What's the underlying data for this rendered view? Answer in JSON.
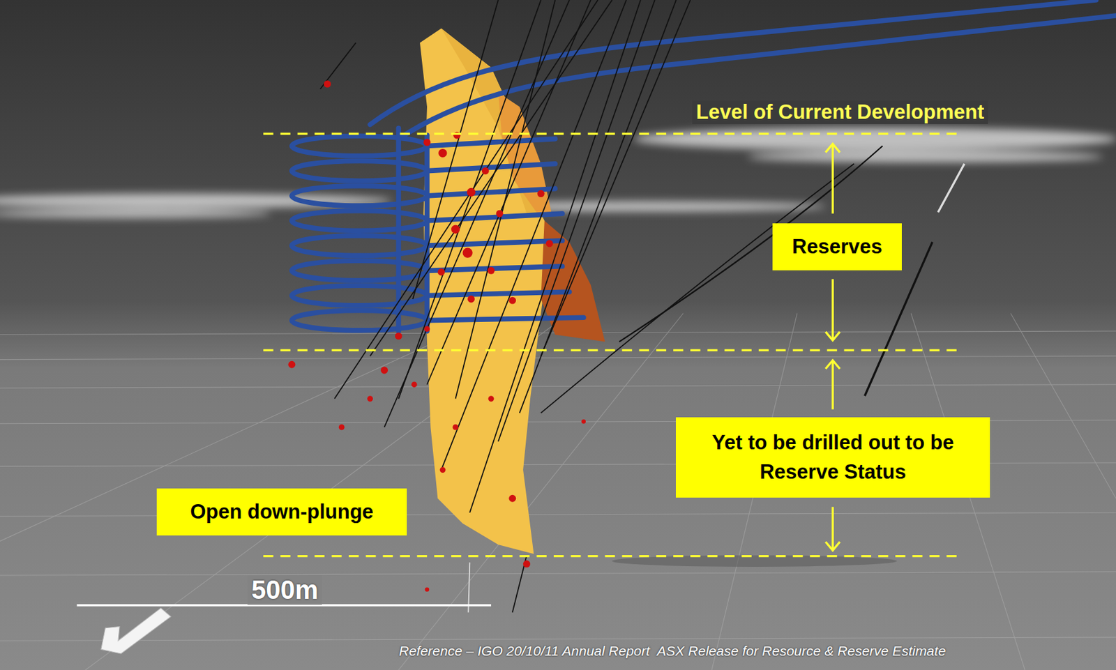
{
  "diagram": {
    "caption": "Reference – IGO 20/10/11 Annual Report  ASX Release for Resource & Reserve Estimate",
    "nodes": [
      {
        "text": [
          "Reserves"
        ]
      },
      {
        "text": [
          "Yet to be drilled out to be Reserve Status"
        ]
      },
      {
        "text": [
          "Open down-plunge"
        ]
      }
    ],
    "labels": [
      "Level of Current Development",
      "500m"
    ]
  }
}
